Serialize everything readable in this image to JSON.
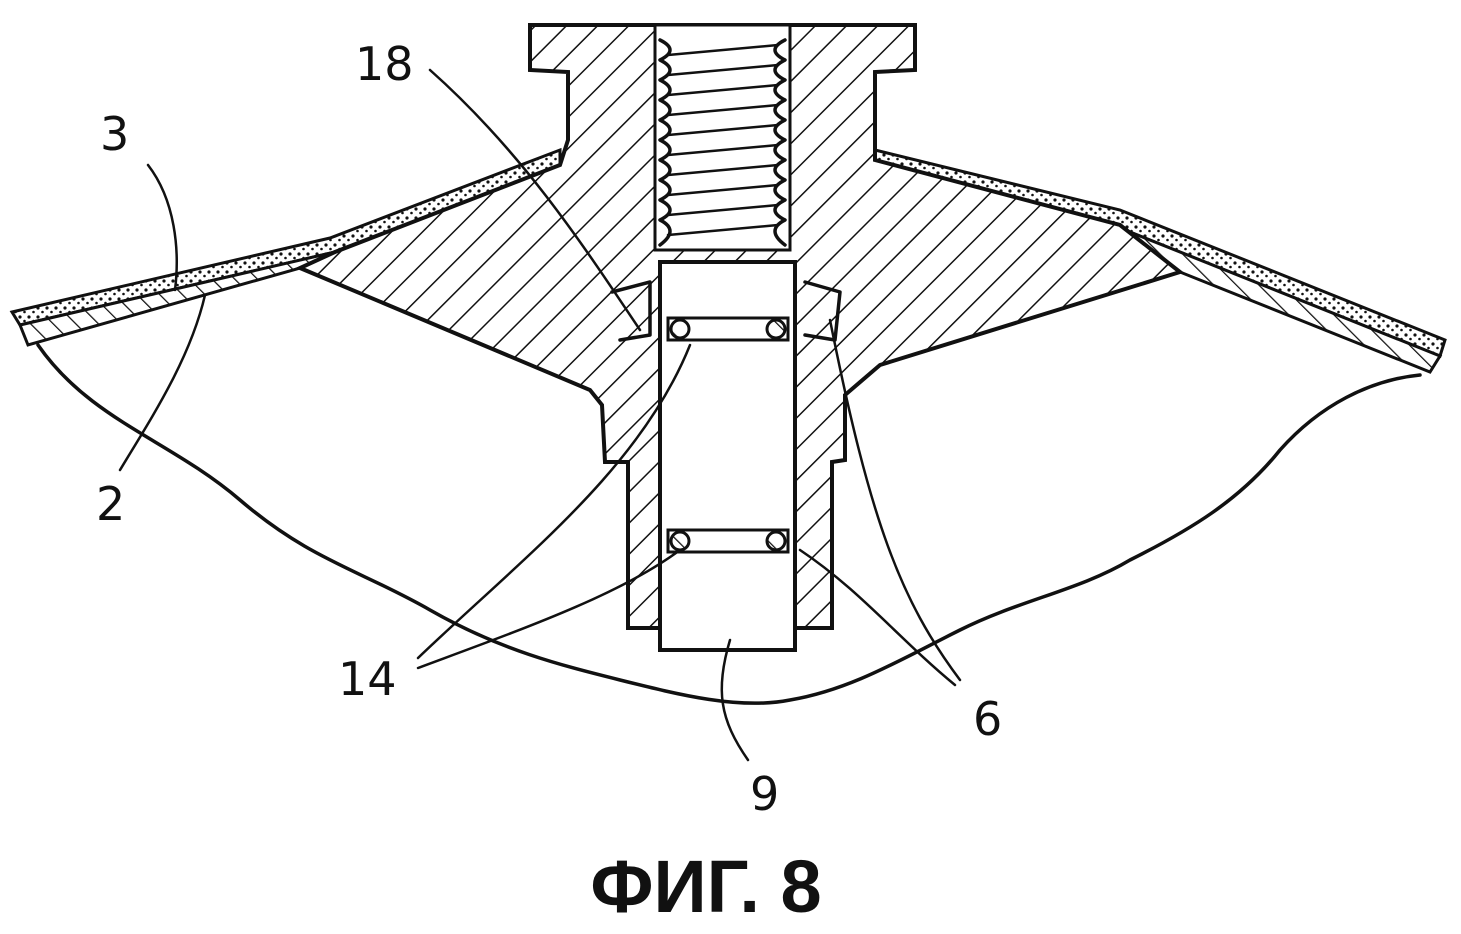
{
  "figure": {
    "caption": "ФИГ. 8",
    "labels": {
      "l18": "18",
      "l3": "3",
      "l2": "2",
      "l14": "14",
      "l9": "9",
      "l6": "6"
    }
  },
  "colors": {
    "ink": "#111111",
    "background": "#ffffff"
  }
}
